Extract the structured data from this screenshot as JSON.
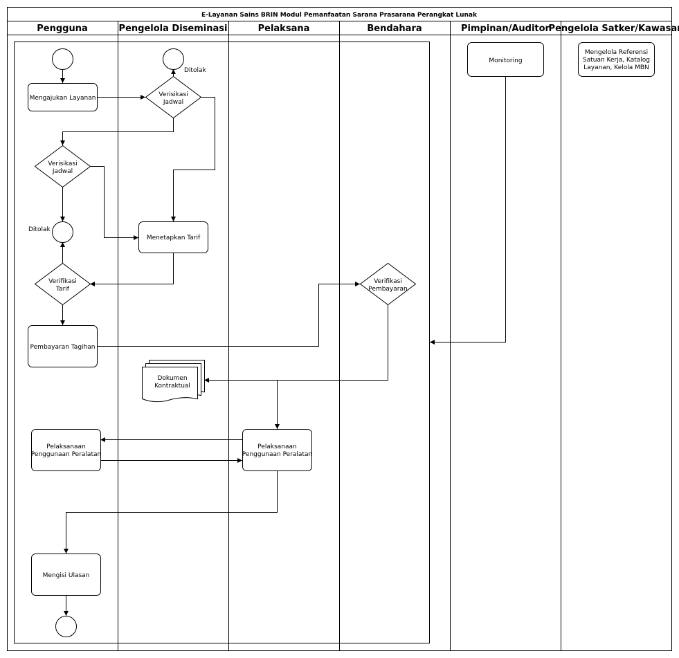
{
  "title": "E-Layanan Sains BRIN Modul Pemanfaatan Sarana Prasarana Perangkat Lunak",
  "lanes": [
    "Pengguna",
    "Pengelola Diseminasi",
    "Pelaksana",
    "Bendahara",
    "Pimpinan/Auditor",
    "Pengelola Satker/Kawasan"
  ],
  "nodes": {
    "mengajukan": [
      "Mengajukan Layanan"
    ],
    "verif_jadwal_1": [
      "Verisikasi",
      "Jadwal"
    ],
    "verif_jadwal_2": [
      "Verisikasi",
      "Jadwal"
    ],
    "ditolak_1": [
      "Ditolak"
    ],
    "ditolak_2": [
      "Ditolak"
    ],
    "menetapkan_tarif": [
      "Menetapkan Tarif"
    ],
    "verif_tarif": [
      "Verifikasi",
      "Tarif"
    ],
    "pembayaran_tagihan": [
      "Pembayaran Tagihan"
    ],
    "verif_pembayaran": [
      "Verifikasi",
      "Pembayaran"
    ],
    "dokumen": [
      "Dokumen",
      "Kontraktual"
    ],
    "pelaksanaan_pengguna": [
      "Pelaksanaan",
      "Penggunaan Peralatan"
    ],
    "pelaksanaan_pelaksana": [
      "Pelaksanaan",
      "Penggunaan Peralatan"
    ],
    "mengisi_ulasan": [
      "Mengisi Ulasan"
    ],
    "monitoring": [
      "Monitoring"
    ],
    "mengelola_referensi": [
      "Mengelola Referensi",
      "Satuan Kerja, Katalog",
      "Layanan, Kelola MBN"
    ]
  }
}
